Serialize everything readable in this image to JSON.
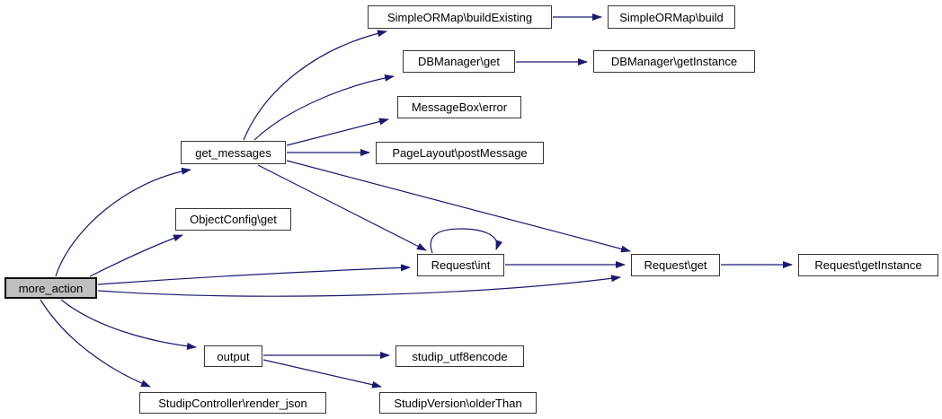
{
  "diagram": {
    "type": "call-graph",
    "edge_color": "#191970",
    "root_fill": "#bfbfbf",
    "node_fill": "#ffffff",
    "background": "#ffffff"
  },
  "nodes": [
    {
      "id": "more_action",
      "label": "more_action",
      "root": true
    },
    {
      "id": "get_messages",
      "label": "get_messages"
    },
    {
      "id": "objectconfig_get",
      "label": "ObjectConfig\\get"
    },
    {
      "id": "simpleormap_buildexisting",
      "label": "SimpleORMap\\buildExisting"
    },
    {
      "id": "simpleormap_build",
      "label": "SimpleORMap\\build"
    },
    {
      "id": "dbmanager_get",
      "label": "DBManager\\get"
    },
    {
      "id": "dbmanager_getinstance",
      "label": "DBManager\\getInstance"
    },
    {
      "id": "messagebox_error",
      "label": "MessageBox\\error"
    },
    {
      "id": "pagelayout_postmessage",
      "label": "PageLayout\\postMessage"
    },
    {
      "id": "request_int",
      "label": "Request\\int"
    },
    {
      "id": "request_get",
      "label": "Request\\get"
    },
    {
      "id": "request_getinstance",
      "label": "Request\\getInstance"
    },
    {
      "id": "output",
      "label": "output"
    },
    {
      "id": "studip_utf8encode",
      "label": "studip_utf8encode"
    },
    {
      "id": "studipcontroller_render_json",
      "label": "StudipController\\render_json"
    },
    {
      "id": "studipversion_olderthan",
      "label": "StudipVersion\\olderThan"
    }
  ],
  "edges": [
    {
      "from": "more_action",
      "to": "get_messages"
    },
    {
      "from": "more_action",
      "to": "ObjectConfig\\get"
    },
    {
      "from": "more_action",
      "to": "Request\\int"
    },
    {
      "from": "more_action",
      "to": "Request\\get"
    },
    {
      "from": "more_action",
      "to": "output"
    },
    {
      "from": "more_action",
      "to": "StudipController\\render_json"
    },
    {
      "from": "get_messages",
      "to": "SimpleORMap\\buildExisting"
    },
    {
      "from": "get_messages",
      "to": "DBManager\\get"
    },
    {
      "from": "get_messages",
      "to": "MessageBox\\error"
    },
    {
      "from": "get_messages",
      "to": "PageLayout\\postMessage"
    },
    {
      "from": "get_messages",
      "to": "Request\\int"
    },
    {
      "from": "get_messages",
      "to": "Request\\get"
    },
    {
      "from": "SimpleORMap\\buildExisting",
      "to": "SimpleORMap\\build"
    },
    {
      "from": "DBManager\\get",
      "to": "DBManager\\getInstance"
    },
    {
      "from": "Request\\int",
      "to": "Request\\int"
    },
    {
      "from": "Request\\int",
      "to": "Request\\get"
    },
    {
      "from": "Request\\get",
      "to": "Request\\getInstance"
    },
    {
      "from": "output",
      "to": "studip_utf8encode"
    },
    {
      "from": "output",
      "to": "StudipVersion\\olderThan"
    }
  ]
}
